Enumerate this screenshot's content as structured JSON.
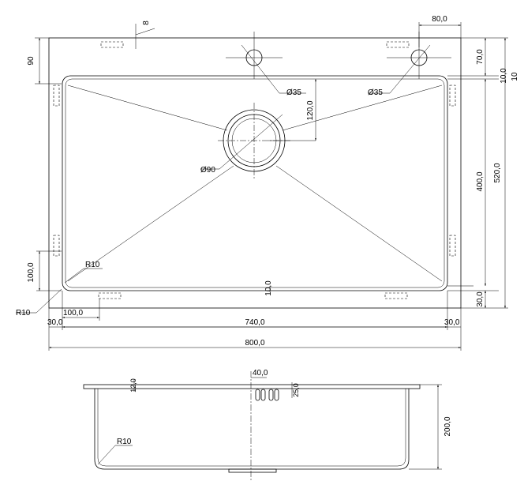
{
  "top_view": {
    "dim_depth_90": "90",
    "dim_8": "8",
    "dim_80": "80,0",
    "dim_70": "70,0",
    "dim_10_top": "10,0",
    "dim_10_top_b": "10",
    "dim_120": "120,0",
    "dim_400": "400,0",
    "dim_520": "520,0",
    "dim_phi35_left": "Ø35",
    "dim_phi35_right": "Ø35",
    "dim_phi90": "Ø90",
    "dim_r10_inner": "R10",
    "dim_r10_outer": "R10",
    "dim_100_left": "100,0",
    "dim_100_bottom": "100,0",
    "dim_10_bottom": "10,0",
    "dim_30_right": "30,0",
    "dim_30_left_bottom": "30,0",
    "dim_740": "740,0",
    "dim_30_right_bottom": "30,0",
    "dim_800": "800,0"
  },
  "side_view": {
    "dim_40": "40,0",
    "dim_12": "12,0",
    "dim_25": "25,0",
    "dim_200": "200,0",
    "dim_r10": "R10"
  }
}
